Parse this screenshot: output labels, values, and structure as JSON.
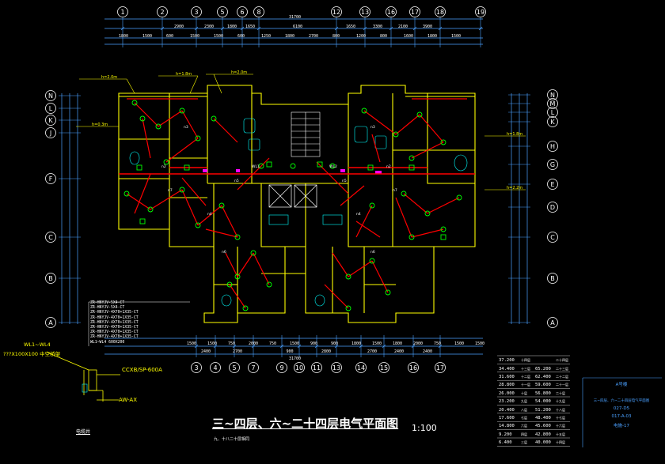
{
  "drawing": {
    "title": "三~四层、六~二十四层电气平面图",
    "scale": "1:100",
    "subtitle": "九、十八二十层相同",
    "note_left": "电缆井"
  },
  "axes": {
    "top": [
      "1",
      "2",
      "3",
      "5",
      "6",
      "8",
      "12",
      "13",
      "16",
      "17",
      "18",
      "19"
    ],
    "bottom": [
      "3",
      "4",
      "5",
      "7",
      "9",
      "10",
      "11",
      "13",
      "14",
      "15",
      "16",
      "17"
    ],
    "left": [
      "N",
      "L",
      "K",
      "J",
      "F",
      "C",
      "B",
      "A"
    ],
    "right": [
      "N",
      "M",
      "L",
      "K",
      "H",
      "G",
      "E",
      "D",
      "C",
      "B",
      "A"
    ]
  },
  "dimensions": {
    "top_total": "31700",
    "top_row": [
      "2900",
      "2300",
      "1800",
      "1650",
      "6100",
      "1650",
      "3300",
      "2100",
      "3900"
    ],
    "top_detail": [
      "1800",
      "1500",
      "600",
      "1500",
      "1500",
      "600",
      "1250",
      "1800",
      "2700",
      "800",
      "1200",
      "800",
      "1600",
      "1800",
      "1500"
    ],
    "bottom_total": "31700",
    "bottom_row": [
      "2400",
      "2700",
      "900",
      "2800",
      "2700",
      "2400",
      "2400"
    ],
    "bottom_detail": [
      "1500",
      "1500",
      "750",
      "2000",
      "750",
      "1500",
      "900",
      "900",
      "1800",
      "1500",
      "1800",
      "2000",
      "750",
      "1500",
      "1500"
    ]
  },
  "annotations": {
    "h1": "h=2.0m",
    "h2": "h=1.8m",
    "h3": "h=2.0m",
    "h4": "h=0.3m",
    "h5": "h=1.8m",
    "h6": "h=2.2m",
    "hr": "h=1.8m"
  },
  "legend_lines": [
    "ZR-HNYJV-5X4-CT",
    "ZR-HNYJV-5X4-CT",
    "ZR-HNYJV-4X70+1X35-CT",
    "ZR-HNYJV-4X70+1X35-CT",
    "ZR-HNYJV-4X70+1X35-CT",
    "ZR-HNYJV-4X70+1X35-CT",
    "ZR-HNYJV-4X70+1X35-CT",
    "ZR-HNYJV-4X70+1X35-CT",
    "WL1~WL4 600X200"
  ],
  "riser": {
    "line1": "WL1~WL4",
    "line2": "???X100X100 中空桥架",
    "box": "CCXB/SP-600A",
    "ax": "AW-AX"
  },
  "elevations": [
    [
      "37.200",
      "十四层",
      "",
      "二十四层"
    ],
    [
      "34.400",
      "十三层",
      "65.200",
      "二十三层"
    ],
    [
      "31.600",
      "十二层",
      "62.400",
      "二十二层"
    ],
    [
      "28.800",
      "十一层",
      "59.600",
      "二十一层"
    ],
    [
      "26.000",
      "十层",
      "56.800",
      "二十层"
    ],
    [
      "23.200",
      "九层",
      "54.000",
      "十九层"
    ],
    [
      "20.400",
      "八层",
      "51.200",
      "十八层"
    ],
    [
      "17.600",
      "七层",
      "48.400",
      "十七层"
    ],
    [
      "14.800",
      "六层",
      "45.600",
      "十六层"
    ],
    [
      "9.200",
      "四层",
      "42.800",
      "十五层"
    ],
    [
      "6.400",
      "三层",
      "40.000",
      "十四层"
    ]
  ],
  "title_block": {
    "project": "A号楼",
    "sheet_name": "三~四层、六~二十四层电气平面图",
    "code1": "027-D5",
    "code2": "017-A-03",
    "code3": "电施-17"
  },
  "colors": {
    "background": "#000000",
    "wall": "#ffff00",
    "wiring": "#ff0000",
    "device": "#00ff00",
    "dimension": "#4aa0ff",
    "text": "#ffffff",
    "pipe": "#00ffff",
    "magenta": "#ff00ff"
  }
}
